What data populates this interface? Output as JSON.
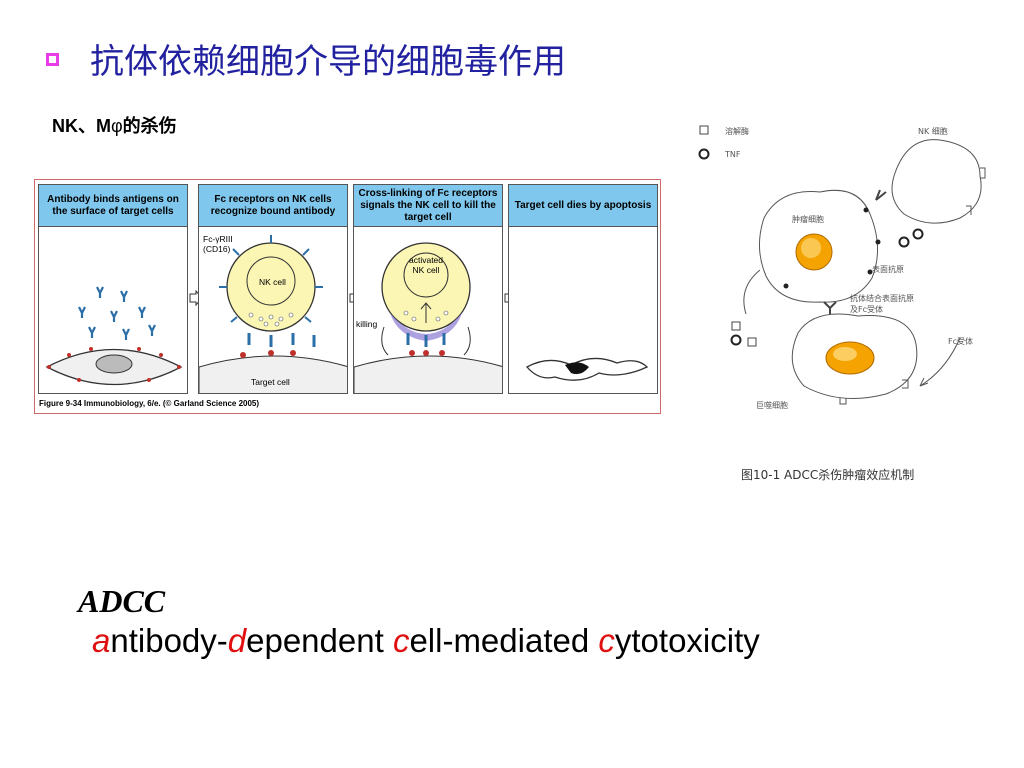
{
  "title": "抗体依赖细胞介导的细胞毒作用",
  "subtitle": {
    "prefix": "NK、M",
    "phi": "φ",
    "suffix": "的杀伤"
  },
  "figure_left": {
    "panels": [
      {
        "header": "Antibody binds antigens on the surface of target cells"
      },
      {
        "header": "Fc receptors on NK cells recognize bound antibody"
      },
      {
        "header": "Cross-linking of Fc receptors signals the NK cell to kill the target cell"
      },
      {
        "header": "Target cell dies by apoptosis"
      }
    ],
    "labels": {
      "fc_receptor": "Fc-γRIII (CD16)",
      "nk_cell": "NK  cell",
      "target_cell": "Target cell",
      "activated_nk": "activated NK  cell",
      "killing": "killing"
    },
    "caption": "Figure 9-34  Immunobiology, 6/e. (© Garland Science 2005)"
  },
  "figure_right": {
    "legend": [
      {
        "symbol": "square",
        "label": "溶解酶"
      },
      {
        "symbol": "circle",
        "label": "TNF"
      }
    ],
    "labels": {
      "nk_cell": "NK 细胞",
      "tumor_cell": "肿瘤细胞",
      "surface_antigen": "表面抗原",
      "antibody_binding": "抗体结合表面抗原及Fc受体",
      "fc_receptor": "Fc受体",
      "macrophage": "巨噬细胞"
    },
    "caption": "图10-1  ADCC杀伤肿瘤效应机制"
  },
  "abbreviation": "ADCC",
  "full_name": {
    "a": "a",
    "rest1": "ntibody-",
    "d": "d",
    "rest2": "ependent ",
    "c1": "c",
    "rest3": "ell-mediated ",
    "c2": "c",
    "rest4": "ytotoxicity"
  },
  "colors": {
    "title": "#2222a0",
    "bullet": "#e83ce8",
    "highlight": "#e01010",
    "panel_header": "#7fc7ec",
    "nk_cell": "#fbf6b4",
    "tumor_nucleus": "#f5a300"
  }
}
